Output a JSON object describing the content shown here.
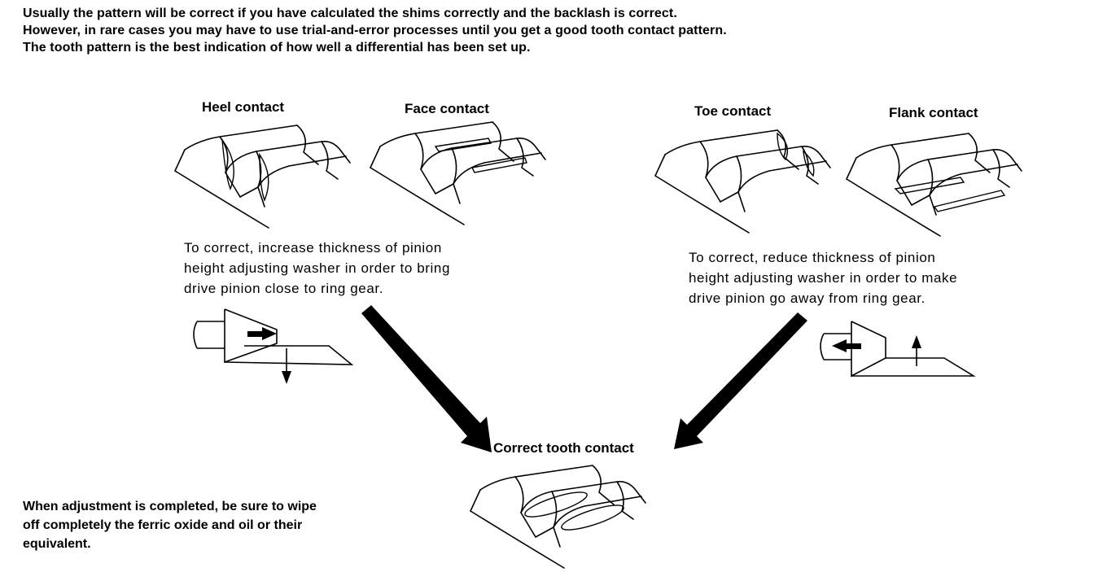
{
  "intro": {
    "line1": "Usually the pattern will be correct if you have calculated the shims correctly and the backlash is correct.",
    "line2": "However, in rare cases you may have to use trial-and-error processes until you get a good tooth contact pattern.",
    "line3": "The tooth pattern is the best indication of how well a differential has been set up."
  },
  "contacts": {
    "heel": "Heel contact",
    "face": "Face contact",
    "toe": "Toe contact",
    "flank": "Flank contact",
    "correct": "Correct tooth contact"
  },
  "left_note": {
    "line1": "To correct, increase thickness of pinion",
    "line2": "height adjusting washer in order to bring",
    "line3": "drive pinion close to ring gear."
  },
  "right_note": {
    "line1": "To correct, reduce thickness of pinion",
    "line2": "height adjusting washer in order to make",
    "line3": "drive pinion go away from ring gear."
  },
  "closing": {
    "line1": "When adjustment is completed, be sure to wipe",
    "line2": "off completely the ferric oxide and oil or their",
    "line3": "equivalent."
  }
}
